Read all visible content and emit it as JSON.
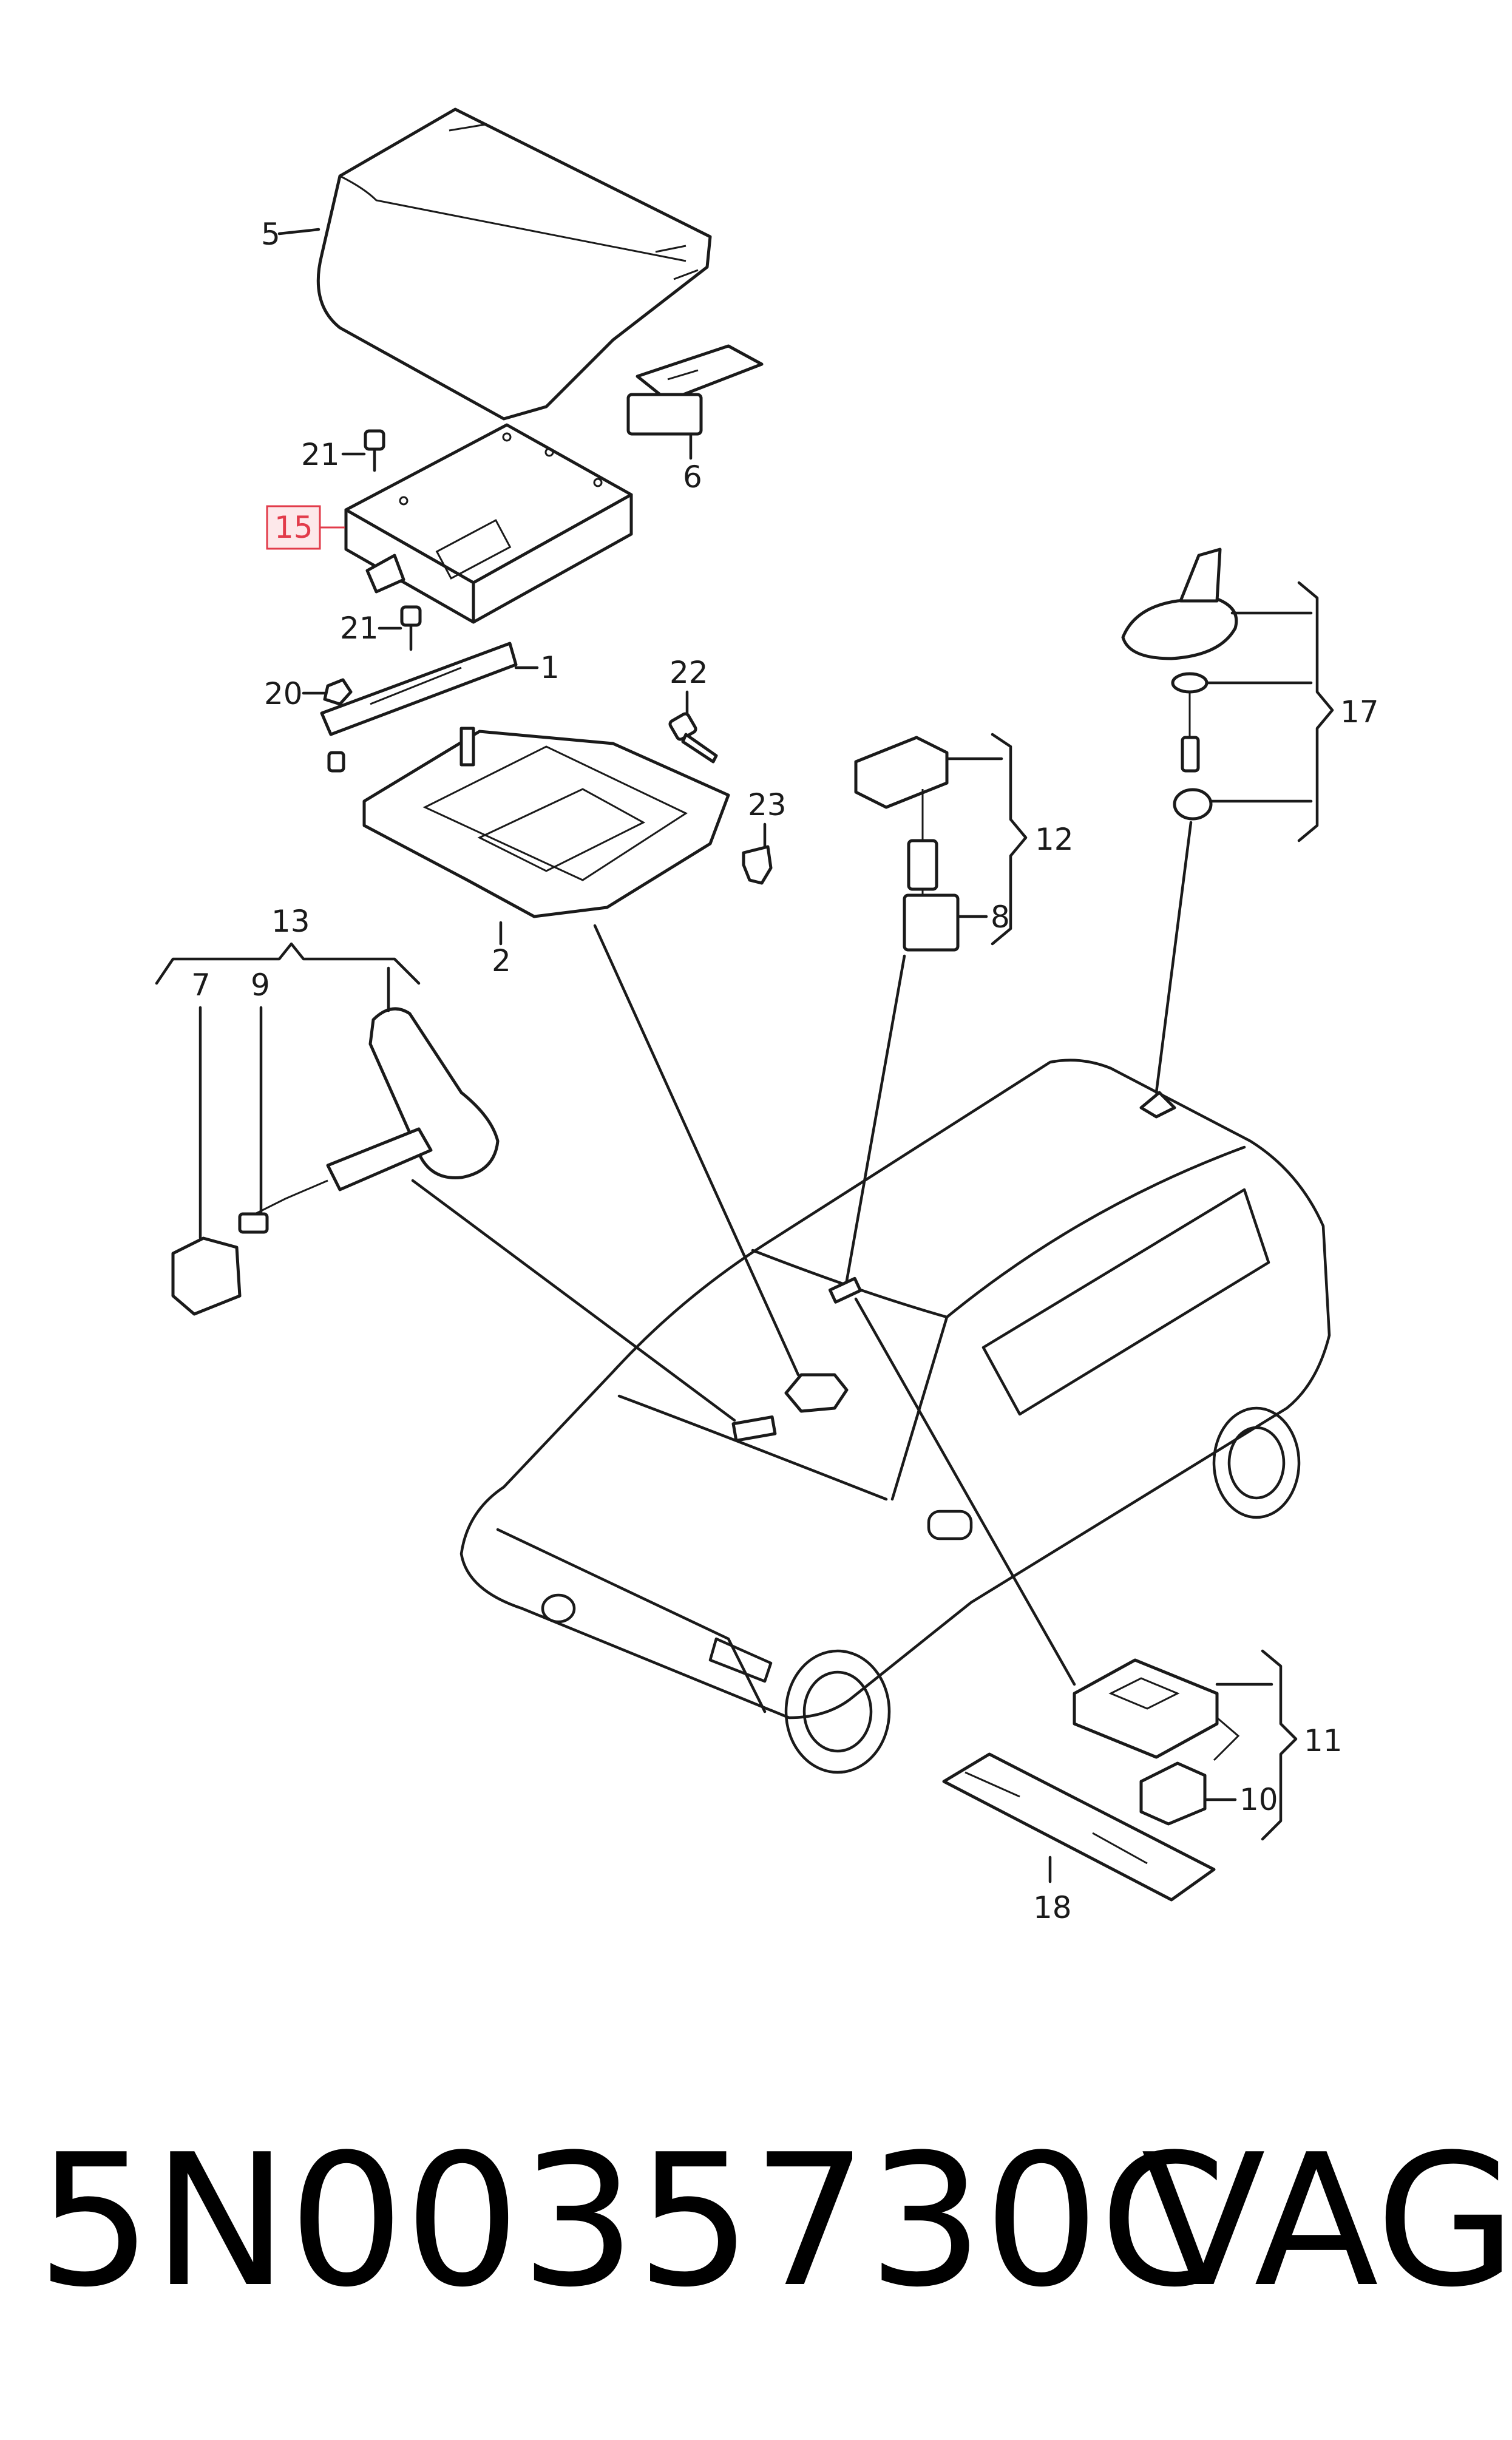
{
  "callouts": {
    "c1": "1",
    "c2": "2",
    "c5": "5",
    "c6": "6",
    "c7": "7",
    "c8": "8",
    "c9": "9",
    "c10": "10",
    "c11": "11",
    "c12": "12",
    "c13": "13",
    "c15": "15",
    "c17": "17",
    "c18": "18",
    "c20": "20",
    "c21a": "21",
    "c21b": "21",
    "c22": "22",
    "c23": "23"
  },
  "highlighted_callout": "15",
  "highlight_color": "#e23b4a",
  "footer": {
    "part_number": "5N0035730C",
    "brand": "VAG"
  }
}
